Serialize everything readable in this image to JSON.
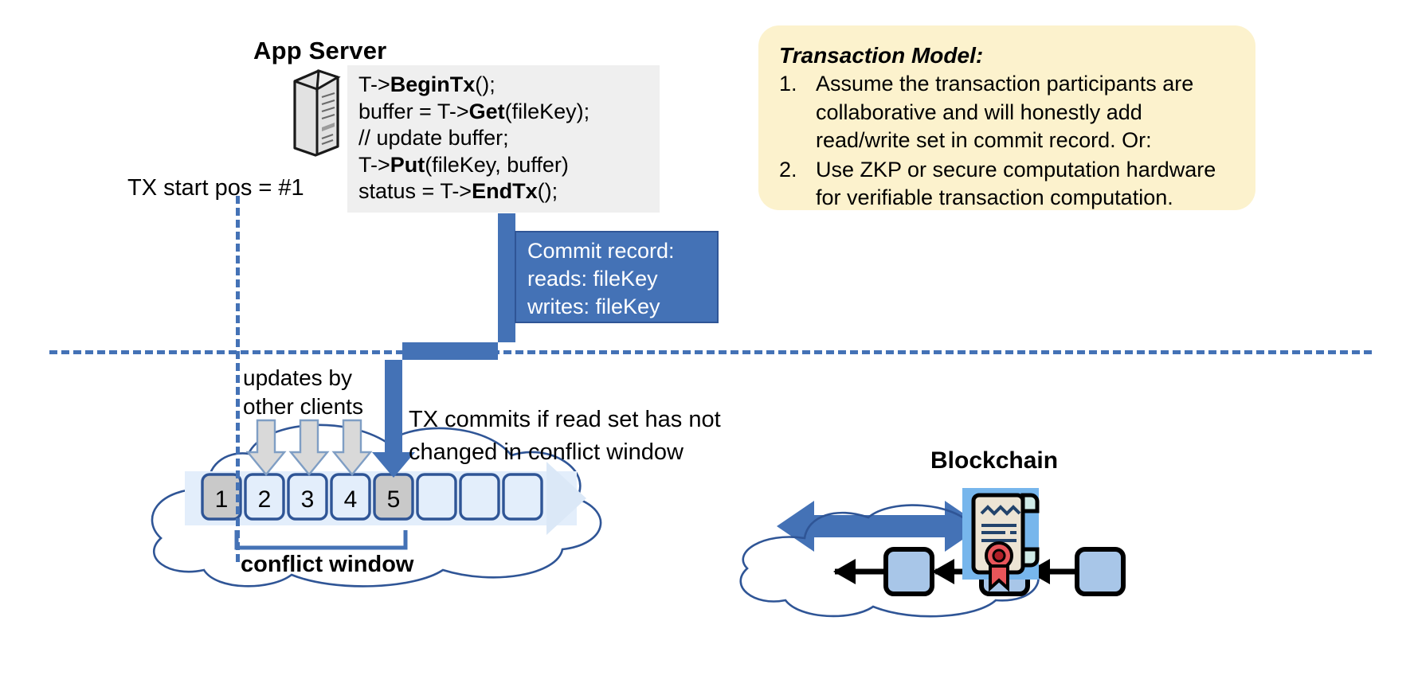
{
  "diagram": {
    "app_server": {
      "title": "App Server",
      "icon": "server-tower-icon",
      "code_lines": [
        {
          "plain1": "T->",
          "bold": "BeginTx",
          "plain2": "();"
        },
        {
          "plain1": "buffer = T->",
          "bold": "Get",
          "plain2": "(fileKey);"
        },
        {
          "plain1": "// update buffer;",
          "bold": "",
          "plain2": ""
        },
        {
          "plain1": "T->",
          "bold": "Put",
          "plain2": "(fileKey, buffer)"
        },
        {
          "plain1": "status = T->",
          "bold": "EndTx",
          "plain2": "();"
        }
      ]
    },
    "commit_record": {
      "heading": "Commit record:",
      "reads": "reads: fileKey",
      "writes": "writes: fileKey"
    },
    "transaction_model": {
      "title": "Transaction Model:",
      "items": [
        {
          "number": "1.",
          "text": "Assume the transaction participants are collaborative and will honestly add read/write set in commit record.  Or:"
        },
        {
          "number": "2.",
          "text": "Use ZKP or secure computation hardware for verifiable transaction computation."
        }
      ]
    },
    "labels": {
      "tx_start_pos": "TX start pos = #1",
      "updates_by_other_clients_line1": "updates by",
      "updates_by_other_clients_line2": "other clients",
      "tx_commits_line1": "TX commits if read set has not",
      "tx_commits_line2": "changed in conflict window",
      "conflict_window": "conflict window",
      "blockchain": "Blockchain"
    },
    "log_blocks": [
      {
        "label": "1",
        "state": "committed"
      },
      {
        "label": "2",
        "state": "pending"
      },
      {
        "label": "3",
        "state": "pending"
      },
      {
        "label": "4",
        "state": "pending"
      },
      {
        "label": "5",
        "state": "committed"
      },
      {
        "label": "",
        "state": "empty"
      },
      {
        "label": "",
        "state": "empty"
      },
      {
        "label": "",
        "state": "empty"
      }
    ],
    "blockchain_blocks": [
      "",
      "",
      ""
    ],
    "icons": {
      "certificate": "certificate-seal-icon",
      "down_arrows": [
        "gray-down-arrow-icon",
        "gray-down-arrow-icon",
        "gray-down-arrow-icon"
      ],
      "commit_arrow": "blue-commit-arrow-icon",
      "sync_arrow": "blue-double-headed-arrow-icon",
      "chain_arrows": [
        "black-left-arrow-icon",
        "black-left-arrow-icon",
        "black-left-arrow-icon"
      ]
    },
    "colors": {
      "accent_blue": "#4472b6",
      "accent_blue_dark": "#2f5596",
      "callout_yellow": "#fcf2cd",
      "code_panel_gray": "#efefef",
      "block_committed": "#c9c9c9",
      "block_pending": "#e3eefb",
      "blockchain_block": "#a8c6e8",
      "seal_red": "#e8555a"
    }
  }
}
